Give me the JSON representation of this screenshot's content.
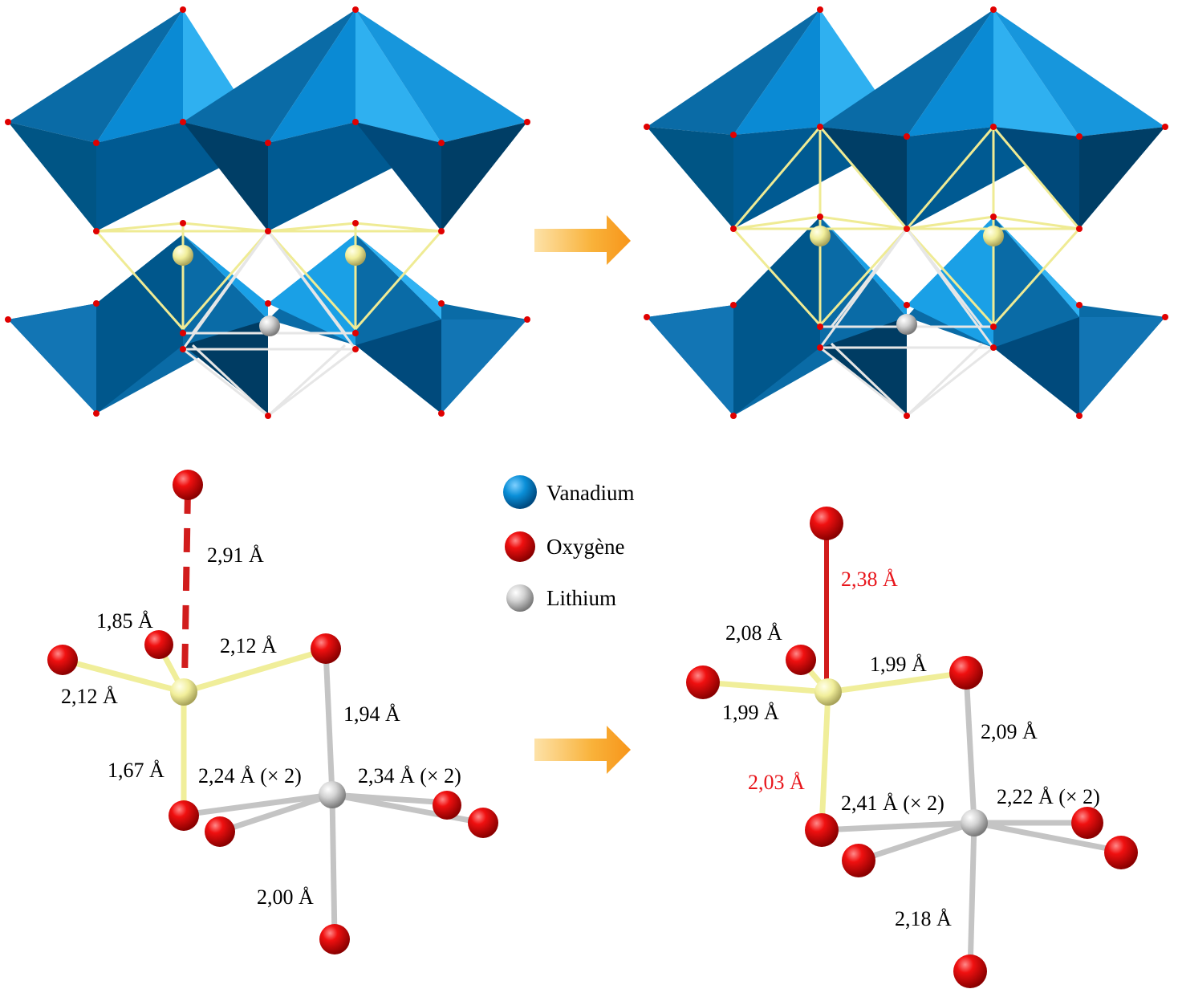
{
  "legend": {
    "vanadium": "Vanadium",
    "oxygene": "Oxygène",
    "lithium": "Lithium"
  },
  "colors": {
    "vanadium": "#0077c0",
    "oxygene": "#e00000",
    "lithium": "#c8c8c8",
    "li_site_bond": "#f2ef9c",
    "arrow": "#f7a21a",
    "highlight_text": "#e8151b"
  },
  "icons": {
    "arrow_top": "right-arrow-icon",
    "arrow_bottom": "right-arrow-icon"
  },
  "left_distances": {
    "d_291": "2,91 Å",
    "d_185": "1,85 Å",
    "d_212_top": "2,12 Å",
    "d_212_left": "2,12 Å",
    "d_194": "1,94 Å",
    "d_167": "1,67 Å",
    "d_224": "2,24 Å (× 2)",
    "d_234": "2,34 Å (× 2)",
    "d_200": "2,00 Å"
  },
  "right_distances": {
    "d_238": "2,38 Å",
    "d_208": "2,08 Å",
    "d_199_top": "1,99 Å",
    "d_199_left": "1,99 Å",
    "d_209": "2,09 Å",
    "d_203": "2,03 Å",
    "d_241": "2,41 Å (× 2)",
    "d_222": "2,22 Å (× 2)",
    "d_218": "2,18 Å"
  }
}
